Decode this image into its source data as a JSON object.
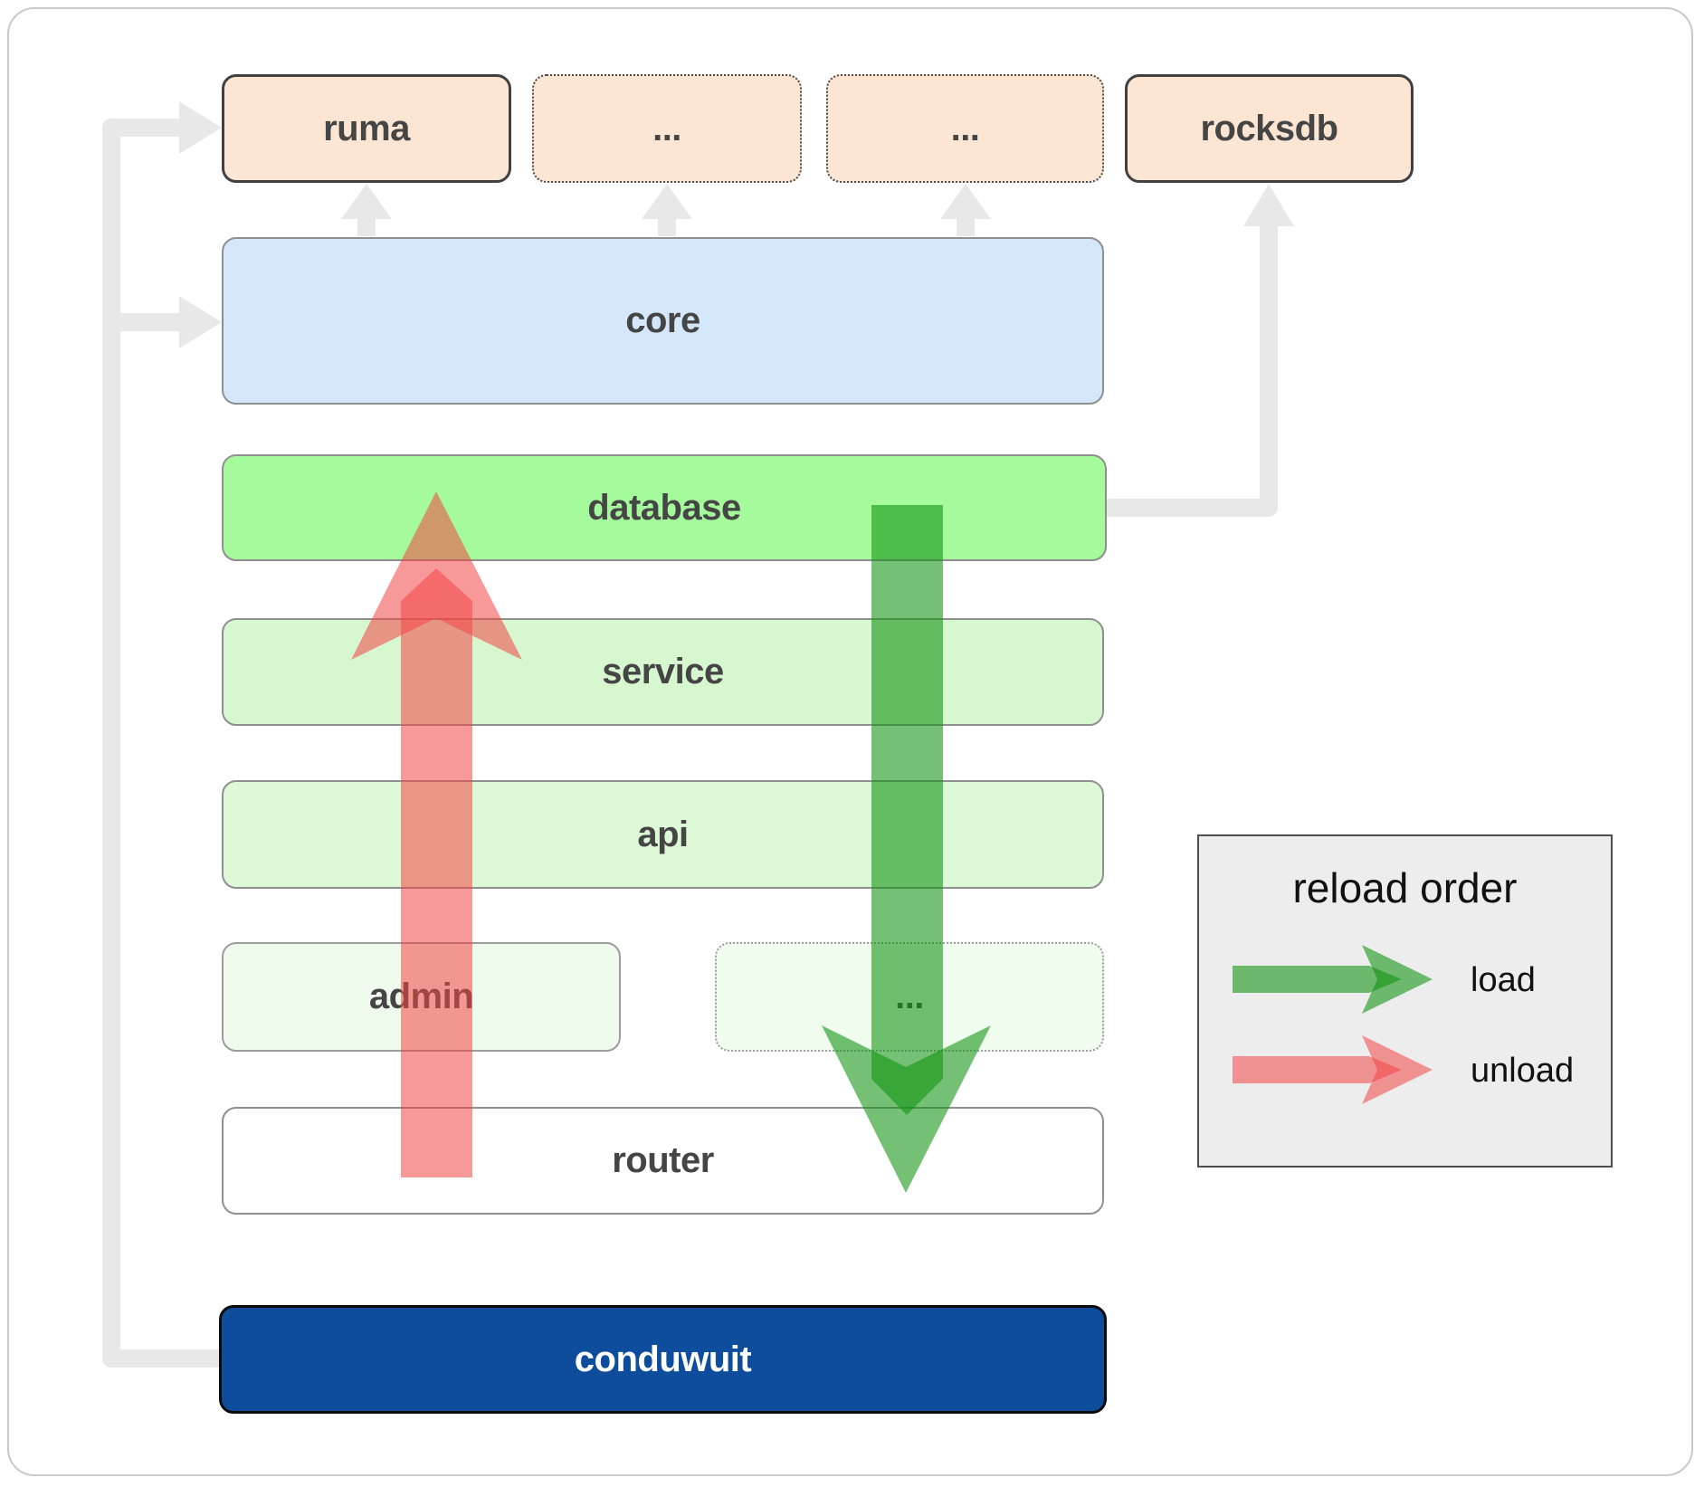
{
  "boxes": {
    "ruma": "ruma",
    "ellipsis_top_1": "...",
    "ellipsis_top_2": "...",
    "rocksdb": "rocksdb",
    "core": "core",
    "database": "database",
    "service": "service",
    "api": "api",
    "admin": "admin",
    "ellipsis_mid": "...",
    "router": "router",
    "conduwuit": "conduwuit"
  },
  "legend": {
    "title": "reload order",
    "items": [
      {
        "icon": "green-right-arrow",
        "label": "load"
      },
      {
        "icon": "red-right-arrow",
        "label": "unload"
      }
    ]
  },
  "colors": {
    "load_green": "#0f930f",
    "unload_red": "#f24545",
    "connector_gray": "#e8e8e8",
    "peach_fill": "#fce5d3",
    "core_blue": "#d5e8fb",
    "database_green": "#a5fb9c",
    "service_green": "#d7f7d0",
    "api_green": "#ddf9d8",
    "admin_green": "#eefbec",
    "conduwuit_blue": "#0d4d9c",
    "legend_bg": "#ededed"
  }
}
